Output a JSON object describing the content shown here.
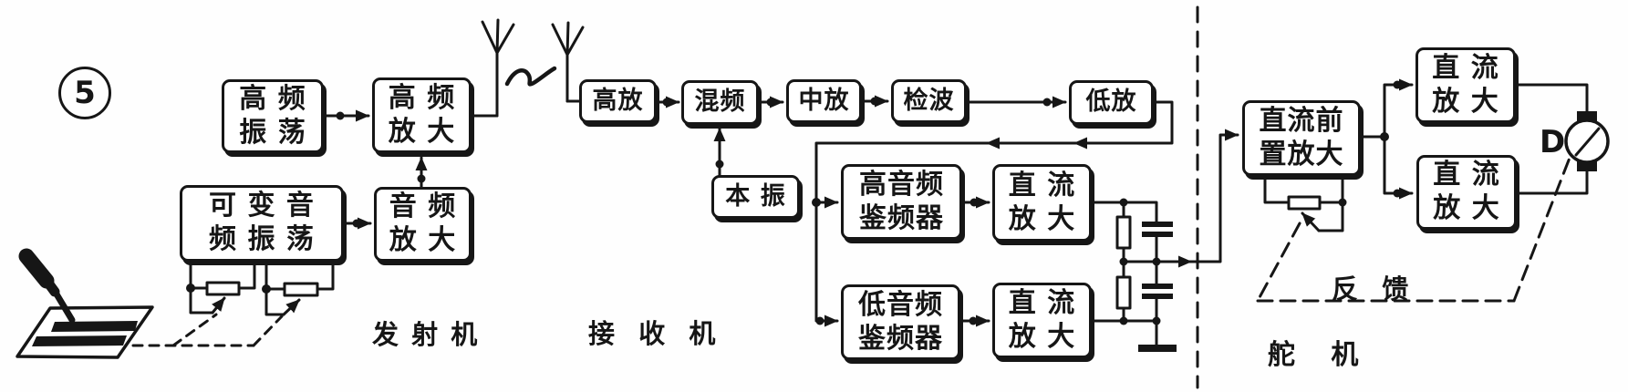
{
  "figure_number": "5",
  "blocks": {
    "hf_osc": "高 频\n振 荡",
    "hf_amp": "高 频\n放 大",
    "var_af_osc": "可 变 音\n频 振 荡",
    "af_amp": "音 频\n放 大",
    "rf_amp": "高放",
    "mixer": "混频",
    "if_amp": "中放",
    "detector": "检波",
    "lf_amp": "低放",
    "local_osc": "本 振",
    "high_af_disc": "高音频\n鉴频器",
    "dc_amp_high": "直 流\n放 大",
    "low_af_disc": "低音频\n鉴频器",
    "dc_amp_low": "直 流\n放 大",
    "dc_preamp": "直流前\n置放大",
    "servo_dc_amp_top": "直 流\n放 大",
    "servo_dc_amp_bottom": "直 流\n放 大"
  },
  "labels": {
    "transmitter": "发 射 机",
    "receiver": "接  收  机",
    "servo": "舵   机",
    "feedback": "反  馈",
    "motor": "D"
  },
  "colors": {
    "ink": "#161616",
    "paper": "#fefefe"
  }
}
